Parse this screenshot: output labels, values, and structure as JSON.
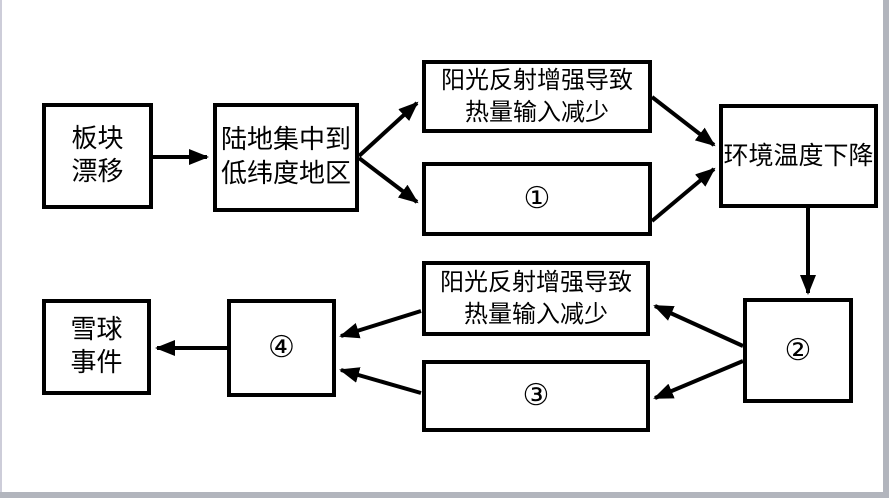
{
  "page": {
    "background_color": "#ffffff",
    "frame_color": "#b2b5bd",
    "left_edge_color": "#cdcdd9",
    "line_color": "#000000"
  },
  "diagram": {
    "type": "flowchart",
    "title": "",
    "nodes": [
      {
        "id": "plate-drift",
        "label": "板块\n漂移"
      },
      {
        "id": "land-low-latitude",
        "label": "陆地集中到\n低纬度地区"
      },
      {
        "id": "sunlight-reflection-top",
        "label": "阳光反射增强导致\n热量输入减少"
      },
      {
        "id": "blank-1",
        "label": "①"
      },
      {
        "id": "temperature-drop",
        "label": "环境温度下降"
      },
      {
        "id": "blank-2",
        "label": "②"
      },
      {
        "id": "sunlight-reflection-bottom",
        "label": "阳光反射增强导致\n热量输入减少"
      },
      {
        "id": "blank-3",
        "label": "③"
      },
      {
        "id": "blank-4",
        "label": "④"
      },
      {
        "id": "snowball-event",
        "label": "雪球\n事件"
      }
    ],
    "edges": [
      {
        "from": "plate-drift",
        "to": "land-low-latitude"
      },
      {
        "from": "land-low-latitude",
        "to": "sunlight-reflection-top"
      },
      {
        "from": "land-low-latitude",
        "to": "blank-1"
      },
      {
        "from": "sunlight-reflection-top",
        "to": "temperature-drop"
      },
      {
        "from": "blank-1",
        "to": "temperature-drop"
      },
      {
        "from": "temperature-drop",
        "to": "blank-2"
      },
      {
        "from": "blank-2",
        "to": "sunlight-reflection-bottom"
      },
      {
        "from": "blank-2",
        "to": "blank-3"
      },
      {
        "from": "sunlight-reflection-bottom",
        "to": "blank-4"
      },
      {
        "from": "blank-3",
        "to": "blank-4"
      },
      {
        "from": "blank-4",
        "to": "snowball-event"
      }
    ]
  }
}
